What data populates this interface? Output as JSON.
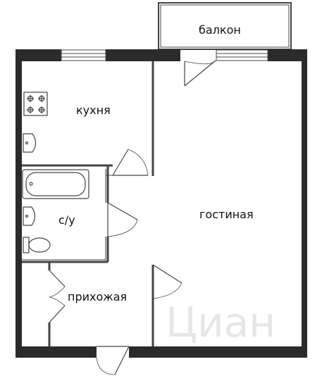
{
  "plan": {
    "rooms": {
      "balcony": "балкон",
      "kitchen": "кухня",
      "bathroom": "с/у",
      "hallway": "прихожая",
      "living_room": "гостиная"
    },
    "watermark": "Циан",
    "colors": {
      "wall": "#2b2b2b",
      "line": "#444444",
      "background": "#ffffff"
    }
  }
}
